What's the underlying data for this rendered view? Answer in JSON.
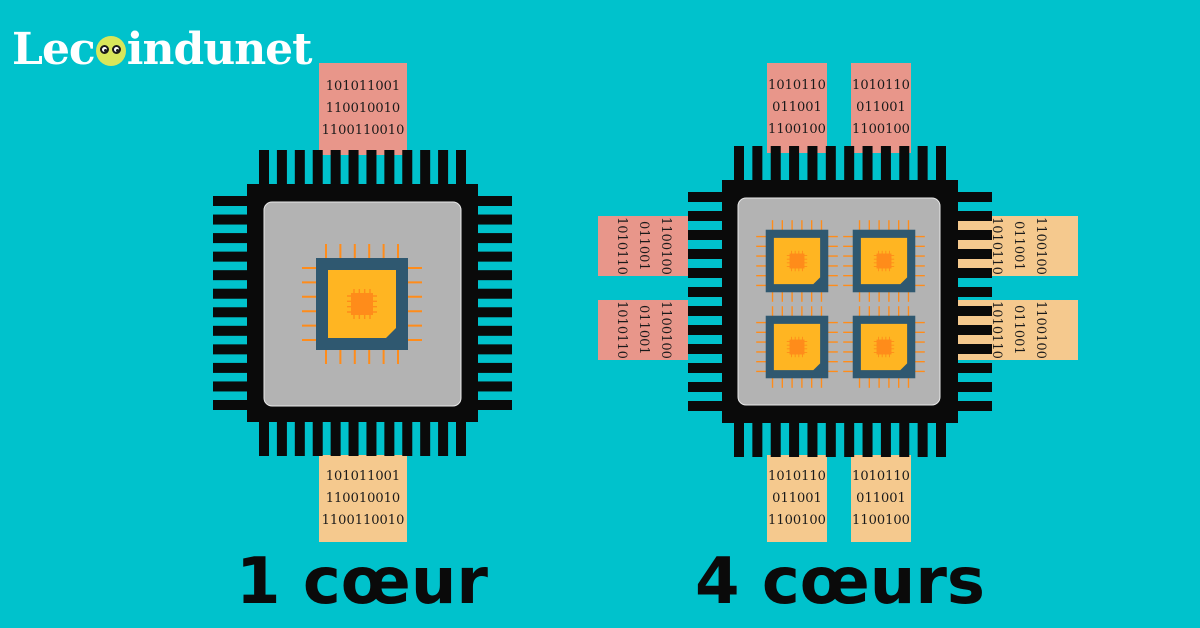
{
  "logo": {
    "before": "Lec",
    "after": "indunet"
  },
  "binary": {
    "single_top": [
      "101011001",
      "110010010",
      "1100110010"
    ],
    "single_bottom": [
      "101011001",
      "110010010",
      "1100110010"
    ],
    "quad": [
      "1010110",
      "011001",
      "1100100"
    ]
  },
  "captions": {
    "single": "1 cœur",
    "quad": "4 cœurs"
  },
  "colors": {
    "background": "#00c2cc",
    "input_lane": "#e8968a",
    "output_lane": "#f5c98e",
    "core": "#ffb522",
    "die": "#2f5870",
    "package": "#0a0a0a",
    "substrate": "#b3b3b3"
  }
}
